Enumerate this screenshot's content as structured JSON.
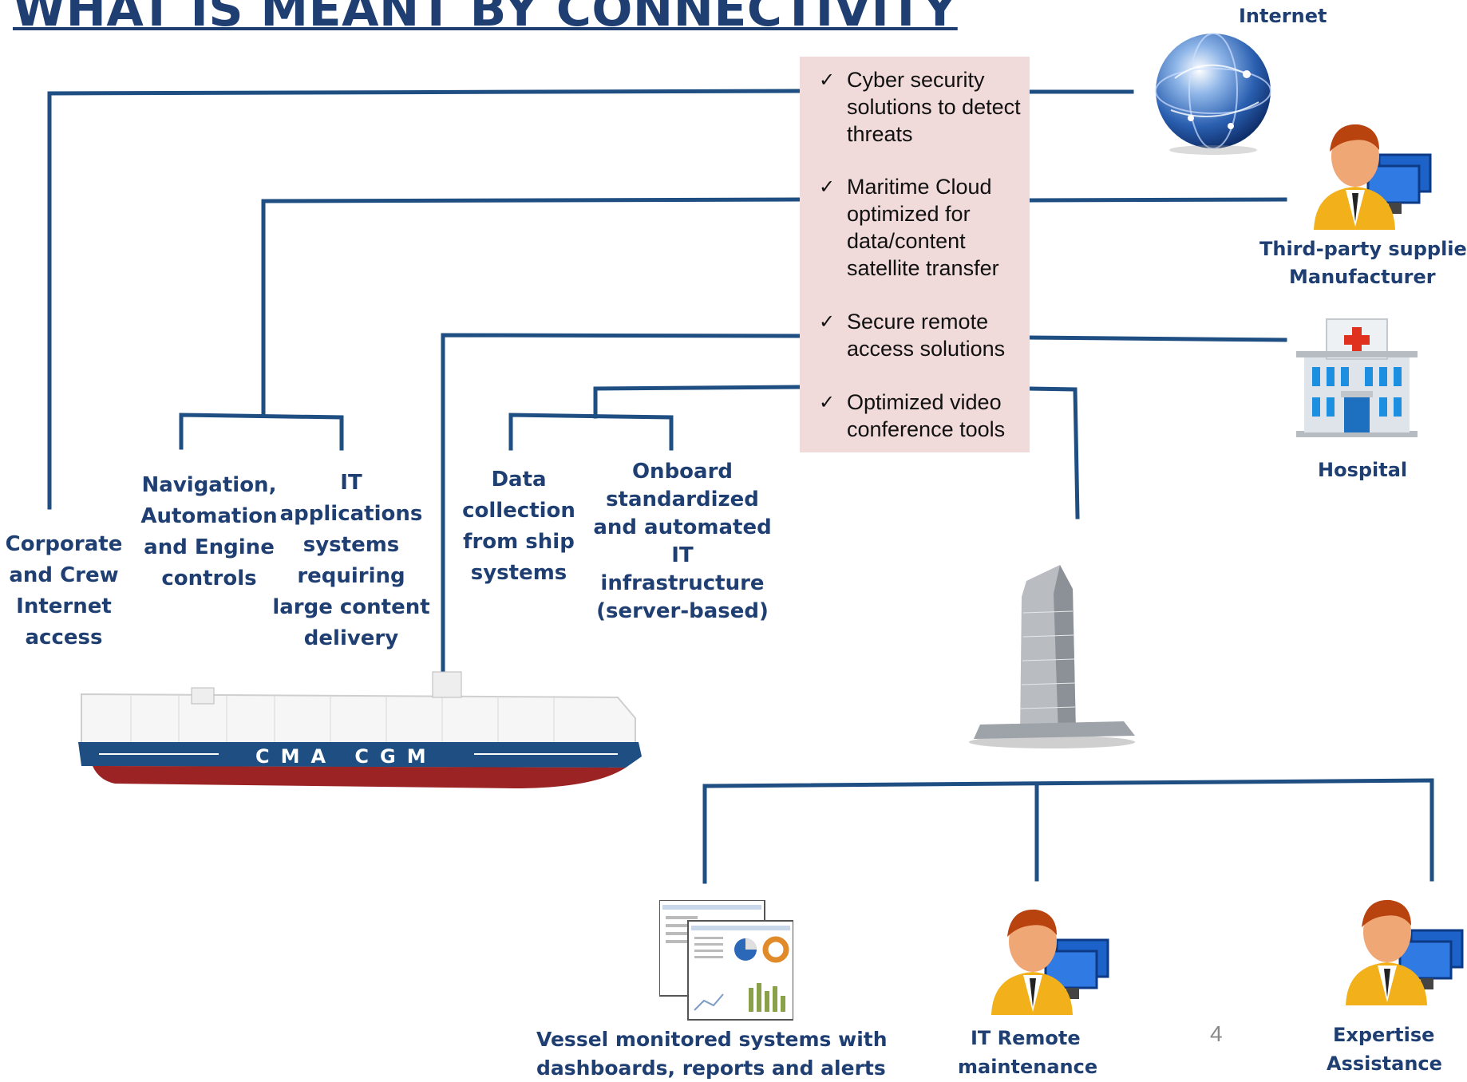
{
  "title": "WHAT IS MEANT BY CONNECTIVITY",
  "hub_features": [
    "Cyber security solutions to detect threats",
    "Maritime Cloud optimized for data/content satellite transfer",
    "Secure remote access solutions",
    "Optimized video conference tools"
  ],
  "check_mark": "✓",
  "endpoints": {
    "internet": "Internet",
    "third_party": [
      "Third-party supplier",
      "Manufacturer"
    ],
    "hospital": "Hospital"
  },
  "ship_labels": {
    "corporate": [
      "Corporate",
      "and Crew",
      "Internet",
      "access"
    ],
    "navigation": [
      "Navigation,",
      "Automation",
      "and Engine",
      "controls"
    ],
    "it_apps": [
      "IT",
      "applications",
      "systems",
      "requiring",
      "large content",
      "delivery"
    ],
    "data_collection": [
      "Data",
      "collection",
      "from ship",
      "systems"
    ],
    "onboard": [
      "Onboard",
      "standardized",
      "and automated",
      "IT infrastructure",
      "(server-based)"
    ]
  },
  "ship_hull_text": "CMA CGM",
  "shore_labels": {
    "vessel_monitoring": [
      "Vessel monitored systems with",
      "dashboards, reports and alerts"
    ],
    "it_remote": [
      "IT Remote",
      "maintenance"
    ],
    "expertise": [
      "Expertise",
      "Assistance"
    ]
  },
  "page_number": "4",
  "colors": {
    "accent": "#1f3f73",
    "wire": "#1f4e82",
    "hub_bg": "#f1dada",
    "hull_blue": "#1f4e82",
    "hull_red": "#9b2323"
  }
}
